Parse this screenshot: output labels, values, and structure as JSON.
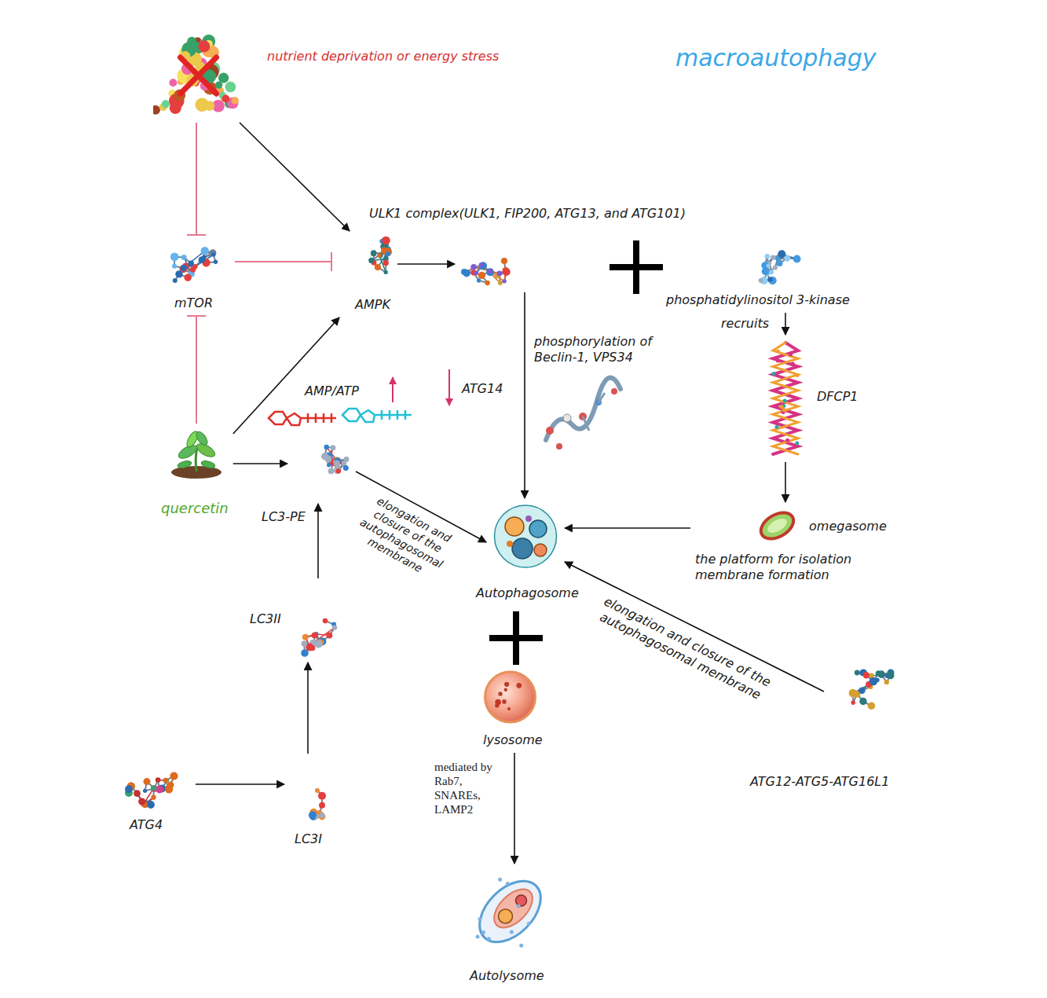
{
  "diagram": {
    "title": "macroautophagy",
    "nodes": [
      {
        "text": [
          "nutrient deprivation or energy stress"
        ]
      },
      {
        "text": [
          "ULK1 complex(ULK1, FIP200, ATG13, and ATG101)"
        ]
      },
      {
        "text": [
          "mTOR"
        ]
      },
      {
        "text": [
          "AMPK"
        ]
      },
      {
        "text": [
          "phosphatidylinositol 3-kinase"
        ]
      },
      {
        "text": [
          "DFCP1"
        ]
      },
      {
        "text": [
          "quercetin"
        ]
      },
      {
        "text": [
          "LC3-PE"
        ]
      },
      {
        "text": [
          "Autophagosome"
        ]
      },
      {
        "text": [
          "omegasome",
          "the platform for isolation membrane formation"
        ]
      },
      {
        "text": [
          "LC3II"
        ]
      },
      {
        "text": [
          "lysosome"
        ]
      },
      {
        "text": [
          "ATG12-ATG5-ATG16L1"
        ]
      },
      {
        "text": [
          "ATG4"
        ]
      },
      {
        "text": [
          "LC3I"
        ]
      },
      {
        "text": [
          "Autolysome"
        ]
      }
    ],
    "edges": [
      {
        "from": 0,
        "to": 3,
        "arrow": "to"
      },
      {
        "from": 0,
        "to": 2,
        "arrow": "to"
      },
      {
        "from": 2,
        "to": 3,
        "arrow": "to"
      },
      {
        "from": 6,
        "to": 2,
        "arrow": "to"
      },
      {
        "from": 6,
        "to": 3,
        "arrow": "to"
      },
      {
        "from": 3,
        "to": 1,
        "arrow": "to"
      },
      {
        "from": 1,
        "to": 8,
        "label": "phosphorylation of Beclin-1, VPS34",
        "arrow": "to"
      },
      {
        "from": 4,
        "to": 5,
        "label": "recruits",
        "arrow": "to"
      },
      {
        "from": 5,
        "to": 9,
        "arrow": "to"
      },
      {
        "from": 9,
        "to": 8,
        "arrow": "to"
      },
      {
        "from": 6,
        "to": 7,
        "arrow": "to"
      },
      {
        "from": 7,
        "to": 8,
        "label": "elongation and closure of the autophagosomal membrane",
        "arrow": "to"
      },
      {
        "from": 10,
        "to": 7,
        "arrow": "to"
      },
      {
        "from": 14,
        "to": 10,
        "arrow": "to"
      },
      {
        "from": 13,
        "to": 14,
        "arrow": "to"
      },
      {
        "from": 12,
        "to": 8,
        "label": "elongation and closure of the autophagosomal membrane",
        "arrow": "to"
      },
      {
        "from": 11,
        "to": 15,
        "label": "mediated by Rab7, SNAREs, LAMP2",
        "arrow": "to"
      }
    ],
    "labels": [
      "AMP/ATP",
      "ATG14"
    ]
  }
}
